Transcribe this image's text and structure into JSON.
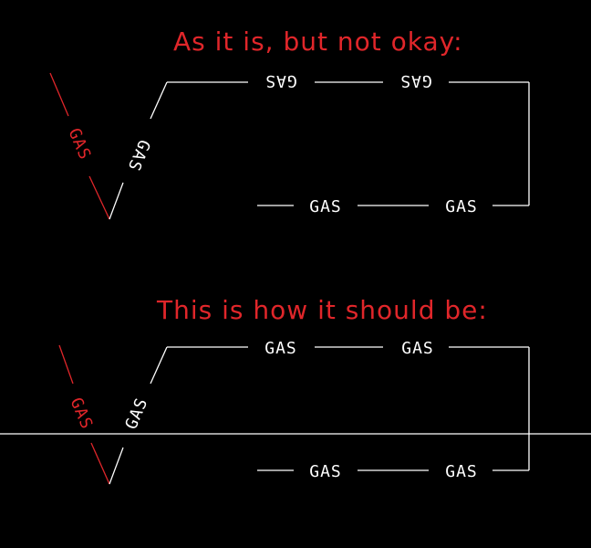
{
  "colors": {
    "background": "#000000",
    "line": "#ffffff",
    "heading": "#e0262a",
    "red_line": "#e0262a"
  },
  "headings": {
    "top": "As it is, but not okay:",
    "bottom": "This is how it should be:"
  },
  "labels": {
    "gas": "GAS"
  }
}
